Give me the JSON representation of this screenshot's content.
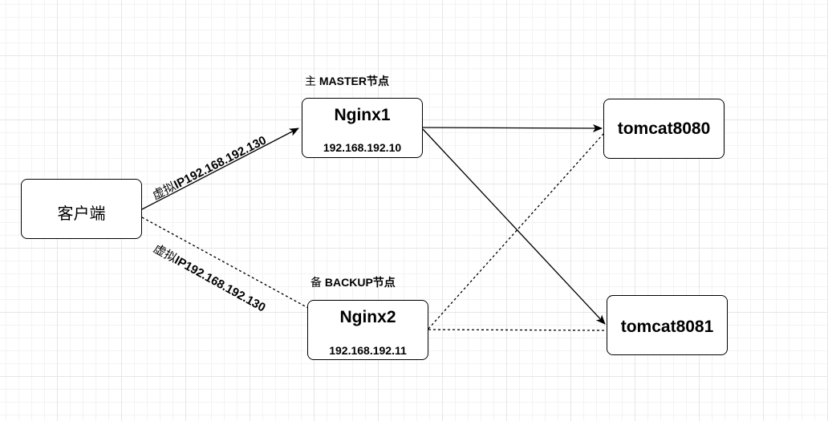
{
  "nodes": {
    "client": {
      "label": "客户端"
    },
    "nginx1": {
      "title": "Nginx1",
      "ip": "192.168.192.10",
      "role_label_prefix": "主",
      "role_label_main": "MASTER节点"
    },
    "nginx2": {
      "title": "Nginx2",
      "ip": "192.168.192.11",
      "role_label_prefix": "备",
      "role_label_main": "BACKUP节点"
    },
    "tomcat8080": {
      "label": "tomcat8080"
    },
    "tomcat8081": {
      "label": "tomcat8081"
    }
  },
  "edges": {
    "client_to_nginx1": {
      "prefix": "虚拟",
      "ip": "IP192.168.192.130",
      "style": "solid"
    },
    "client_to_nginx2": {
      "prefix": "虚拟",
      "ip": "IP192.168.192.130",
      "style": "dashed"
    },
    "nginx1_to_tomcat8080": {
      "style": "solid"
    },
    "nginx1_to_tomcat8081": {
      "style": "solid"
    },
    "nginx2_to_tomcat8080": {
      "style": "dashed"
    },
    "nginx2_to_tomcat8081": {
      "style": "dashed"
    }
  },
  "colors": {
    "line": "#000000",
    "node_fill": "#ffffff",
    "grid": "#e6e6e6"
  }
}
